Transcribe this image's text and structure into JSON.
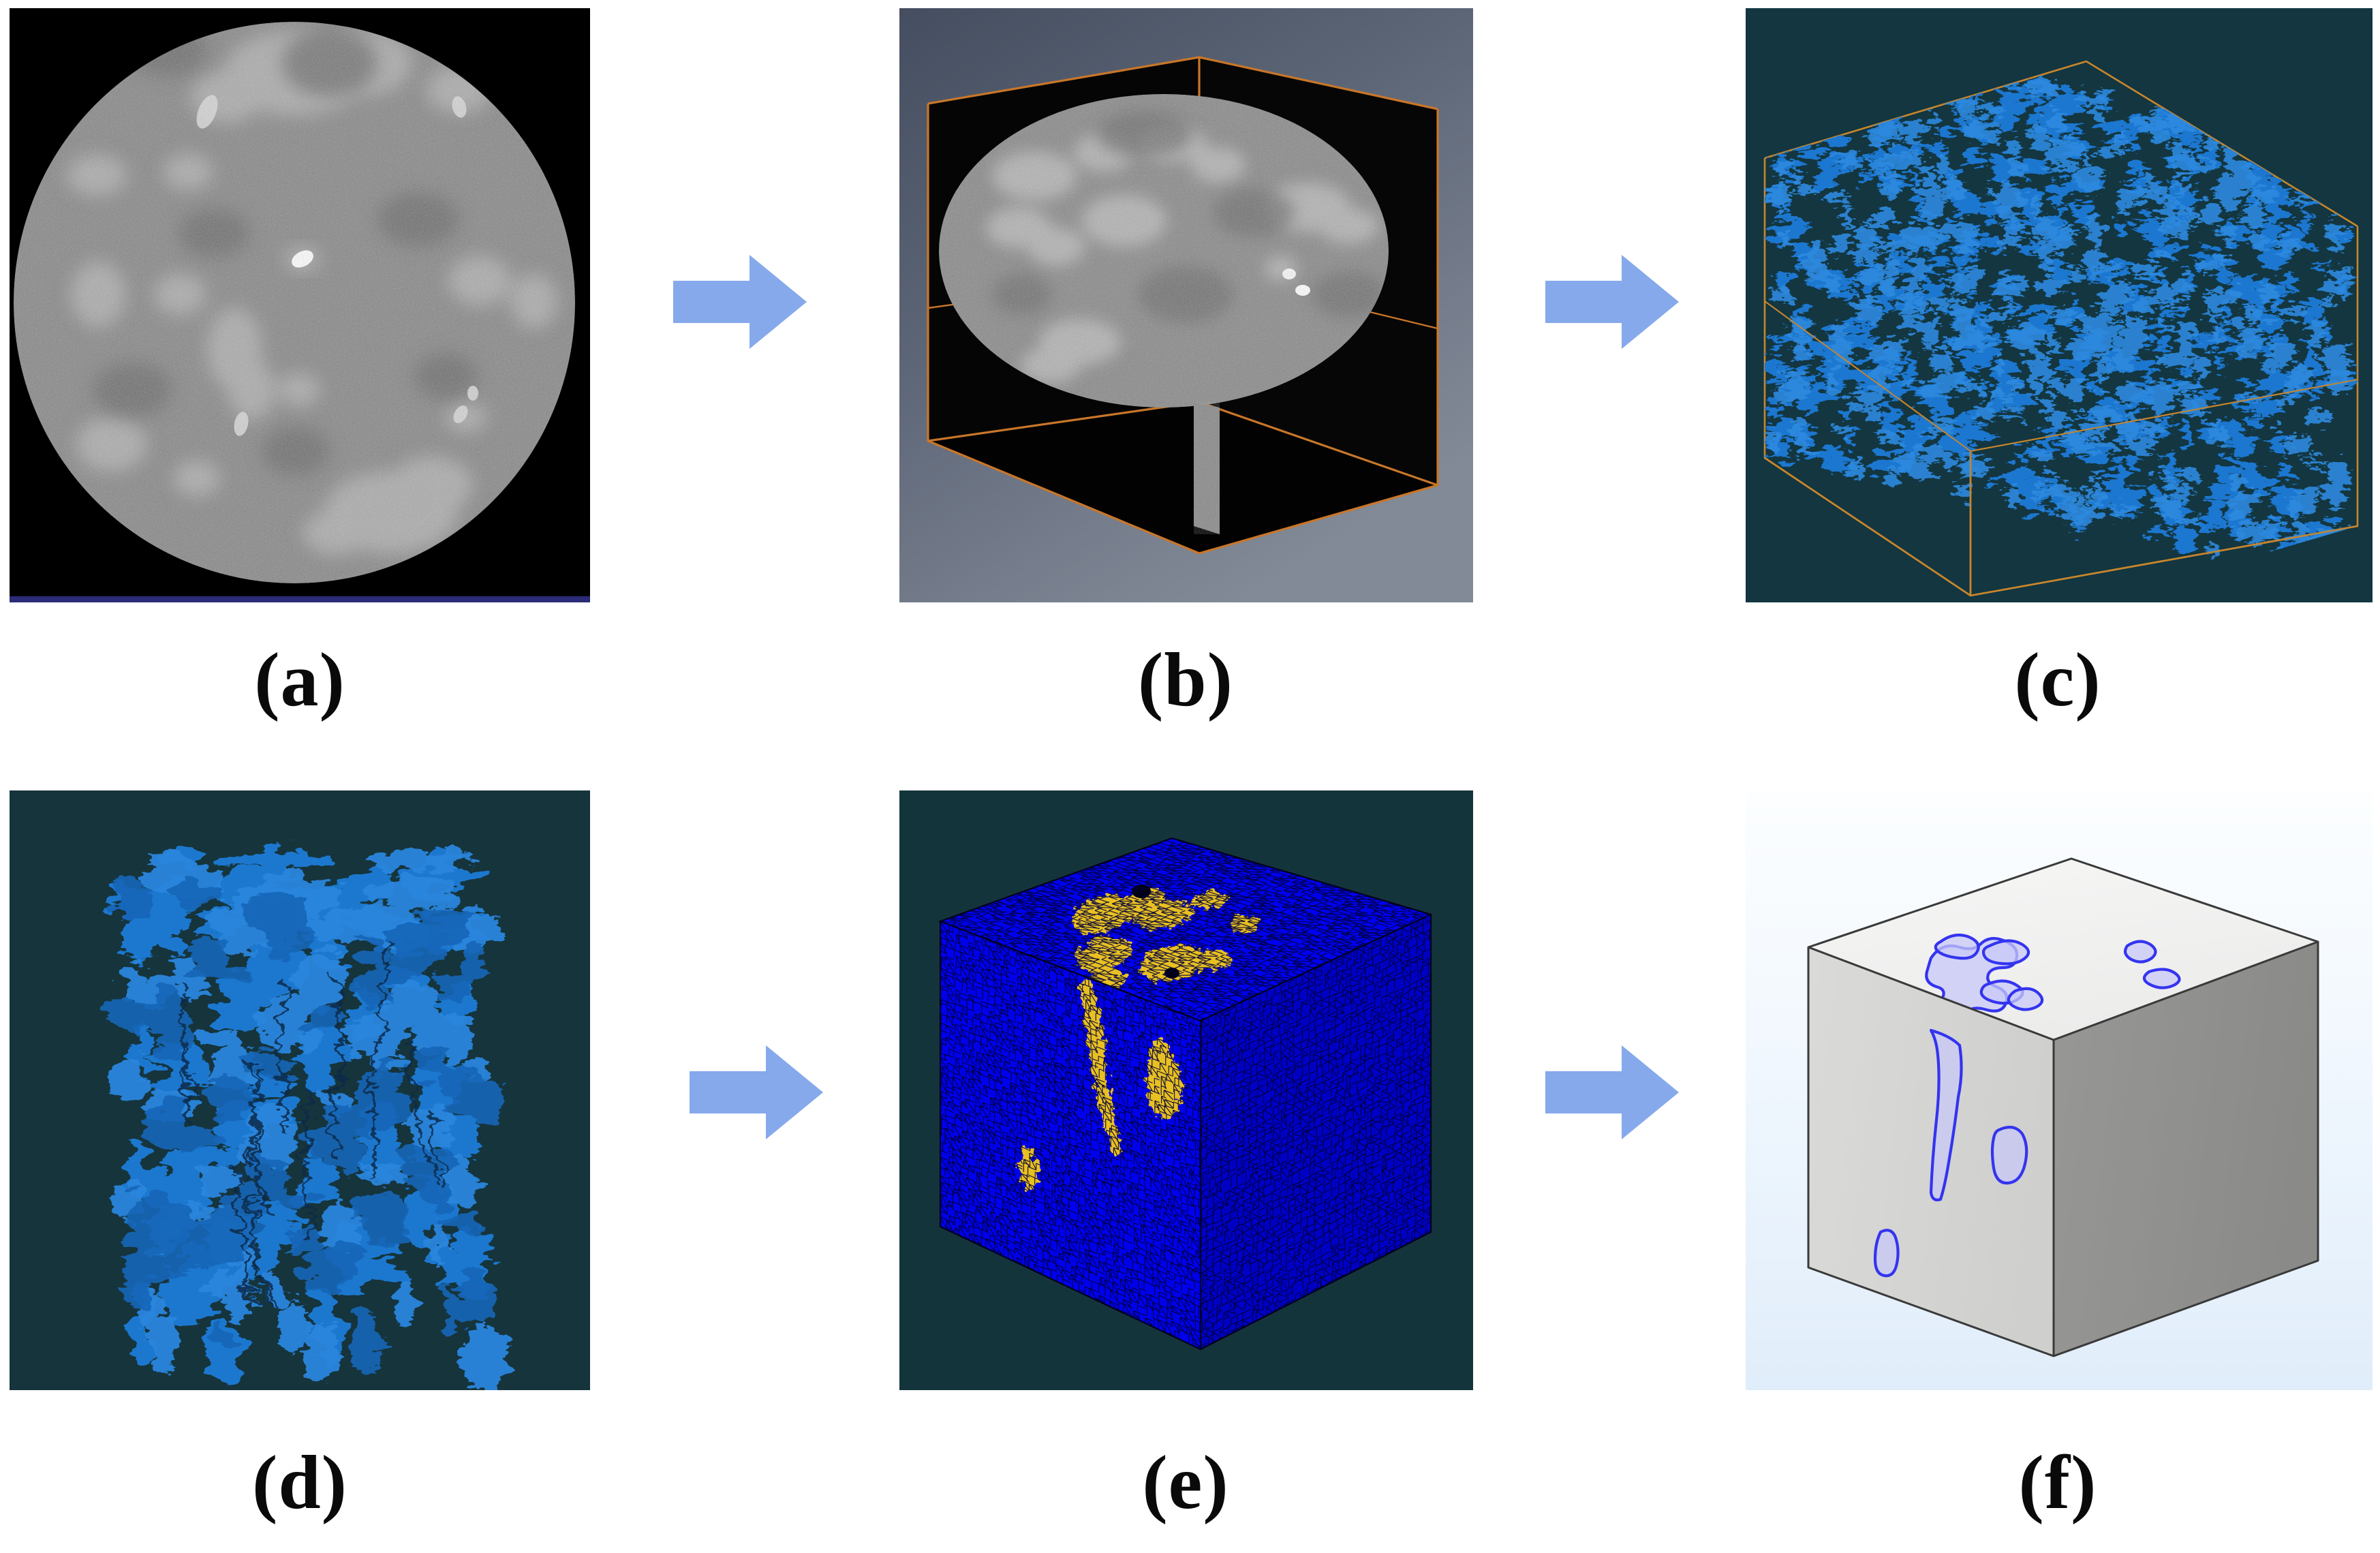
{
  "figure": {
    "type": "workflow-diagram",
    "background_color": "#ffffff",
    "panel_count": 6,
    "arrow_count": 4,
    "arrow_color": "#86a9ec",
    "caption_color": "#0a0a0a"
  },
  "captions": {
    "a": "(a)",
    "b": "(b)",
    "c": "(c)",
    "d": "(d)",
    "e": "(e)",
    "f": "(f)"
  },
  "panels": [
    {
      "id": "a",
      "caption": "(a)",
      "content": "grayscale CT cross-section slice",
      "background_color": "#000000",
      "specimen_color": "#8e8e8e",
      "shape": "circle",
      "features": "noisy gray disc with lighter mottled blobs and one small bright spot near the centre"
    },
    {
      "id": "b",
      "caption": "(b)",
      "content": "3D stacked volume rendering of CT slices",
      "background_color": "#5b6476",
      "box_face_color": "#000000",
      "wireframe_color": "#c87a28",
      "slice_color": "#8e8e8e",
      "features": "black box with orange wireframe edges; gray CT slice shown as an ellipse on the top face"
    },
    {
      "id": "c",
      "caption": "(c)",
      "content": "segmented 3D pore network inside bounding box",
      "background_color": "#133640",
      "structure_color": "#1f77d0",
      "wireframe_color": "#c8862c",
      "features": "dense blue porous iso-surface filling an orange wireframe cube"
    },
    {
      "id": "d",
      "caption": "(d)",
      "content": "extracted representative pore cluster",
      "background_color": "#16343c",
      "structure_color": "#1c78cf",
      "features": "isolated blue branching pore network, no bounding box"
    },
    {
      "id": "e",
      "caption": "(e)",
      "content": "tetrahedral finite-element mesh of the cube",
      "background_color": "#14343c",
      "matrix_color": "#0000f0",
      "pore_color": "#e8c020",
      "mesh_edge_color": "#00004a",
      "features": "blue meshed cube with yellow patches marking pore regions on top and front faces"
    },
    {
      "id": "f",
      "caption": "(f)",
      "content": "CAD / numerical model cube with pore boundaries",
      "background_color": "#e4f0fb",
      "top_face_color": "#f0f0ef",
      "left_face_color": "#d4d4d2",
      "right_face_color": "#8f8f8f",
      "outline_color": "#3434f0",
      "pore_fill_color": "#c3c3f7",
      "edge_color": "#3a3a3a",
      "features": "light gray cube with blue-outlined pore contours on the top and front-left faces"
    }
  ],
  "arrows": [
    {
      "id": "arrow-a-to-b",
      "direction": "right",
      "color": "#86a9ec"
    },
    {
      "id": "arrow-b-to-c",
      "direction": "right",
      "color": "#86a9ec"
    },
    {
      "id": "arrow-d-to-e",
      "direction": "right",
      "color": "#86a9ec"
    },
    {
      "id": "arrow-e-to-f",
      "direction": "right",
      "color": "#86a9ec"
    }
  ]
}
